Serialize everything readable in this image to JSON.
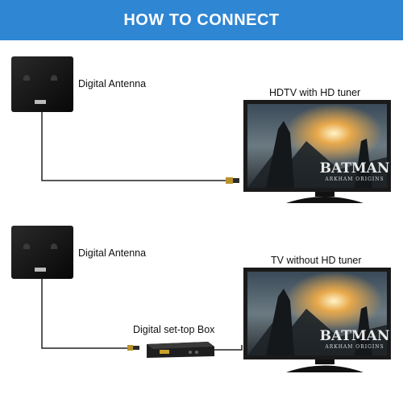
{
  "header": {
    "title": "HOW TO CONNECT"
  },
  "section1": {
    "antenna_label": "Digital Antenna",
    "tv_label": "HDTV with HD tuner",
    "tv_screen_title": "BATMAN",
    "tv_screen_subtitle": "ARKHAM ORIGINS"
  },
  "section2": {
    "antenna_label": "Digital Antenna",
    "tv_label": "TV without HD tuner",
    "box_label": "Digital set-top Box",
    "tv_screen_title": "BATMAN",
    "tv_screen_subtitle": "ARKHAM ORIGINS"
  },
  "colors": {
    "banner": "#2f86d3",
    "antenna": "#111111",
    "cable": "#222222",
    "tv_bezel": "#1a1a1a"
  },
  "icons": [
    "antenna-panel",
    "coax-connector",
    "tv-monitor",
    "set-top-box"
  ]
}
